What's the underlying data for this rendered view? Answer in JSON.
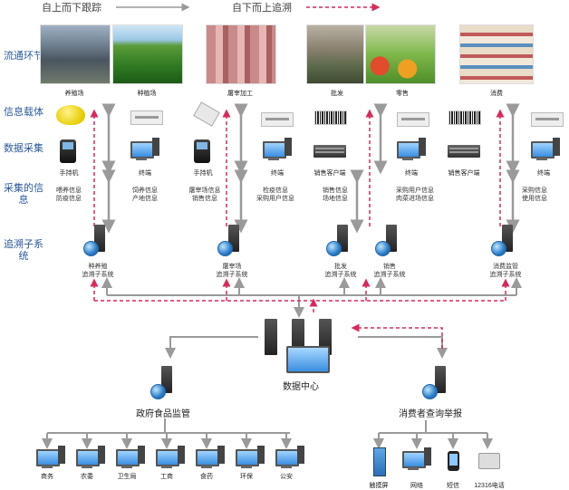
{
  "legend": {
    "forward": "自上而下跟踪",
    "backward": "自下而上追溯"
  },
  "row_labels": {
    "flow": "流通环节",
    "carrier": "信息载体",
    "collect": "数据采集",
    "info": "采集的信息",
    "subsystem": "追溯子系统"
  },
  "stages": [
    {
      "label": "养殖场",
      "photo": "livestock"
    },
    {
      "label": "种植场",
      "photo": "crops"
    },
    {
      "label": "屠宰加工",
      "photo": "meat"
    },
    {
      "label": "批发",
      "photo": "wholesale"
    },
    {
      "label": "零售",
      "photo": "produce"
    },
    {
      "label": "消费",
      "photo": "supermarket"
    }
  ],
  "devices": {
    "handheld": "手持机",
    "terminal": "终端",
    "sales_client": "销售客户端"
  },
  "collected_info": [
    {
      "l1": "喂养信息",
      "l2": "防疫信息"
    },
    {
      "l1": "饲养信息",
      "l2": "产地信息"
    },
    {
      "l1": "屠宰场信息",
      "l2": "销售信息"
    },
    {
      "l1": "检疫信息",
      "l2": "采购用户信息"
    },
    {
      "l1": "销售信息",
      "l2": "场地信息"
    },
    {
      "l1": "采购用户信息",
      "l2": "肉菜进场信息"
    },
    {
      "l1": "采购信息",
      "l2": "使用信息"
    }
  ],
  "subsystems": [
    {
      "l1": "种养殖",
      "l2": "追溯子系统"
    },
    {
      "l1": "屠宰场",
      "l2": "追溯子系统"
    },
    {
      "l1": "批发",
      "l2": "追溯子系统"
    },
    {
      "l1": "销售",
      "l2": "追溯子系统"
    },
    {
      "l1": "消费监管",
      "l2": "追溯子系统"
    }
  ],
  "data_center": "数据中心",
  "gov": {
    "label": "政府食品监管",
    "agencies": [
      "商务",
      "农委",
      "卫生局",
      "工商",
      "食药",
      "环保",
      "公安"
    ]
  },
  "consumer": {
    "label": "消费者查询举报",
    "channels": [
      "触摸屏",
      "网络",
      "短信",
      "12316电话"
    ]
  },
  "colors": {
    "arrow_gray": "#9a9a9a",
    "arrow_red": "#d9295b",
    "label_blue": "#2a5a9a"
  }
}
